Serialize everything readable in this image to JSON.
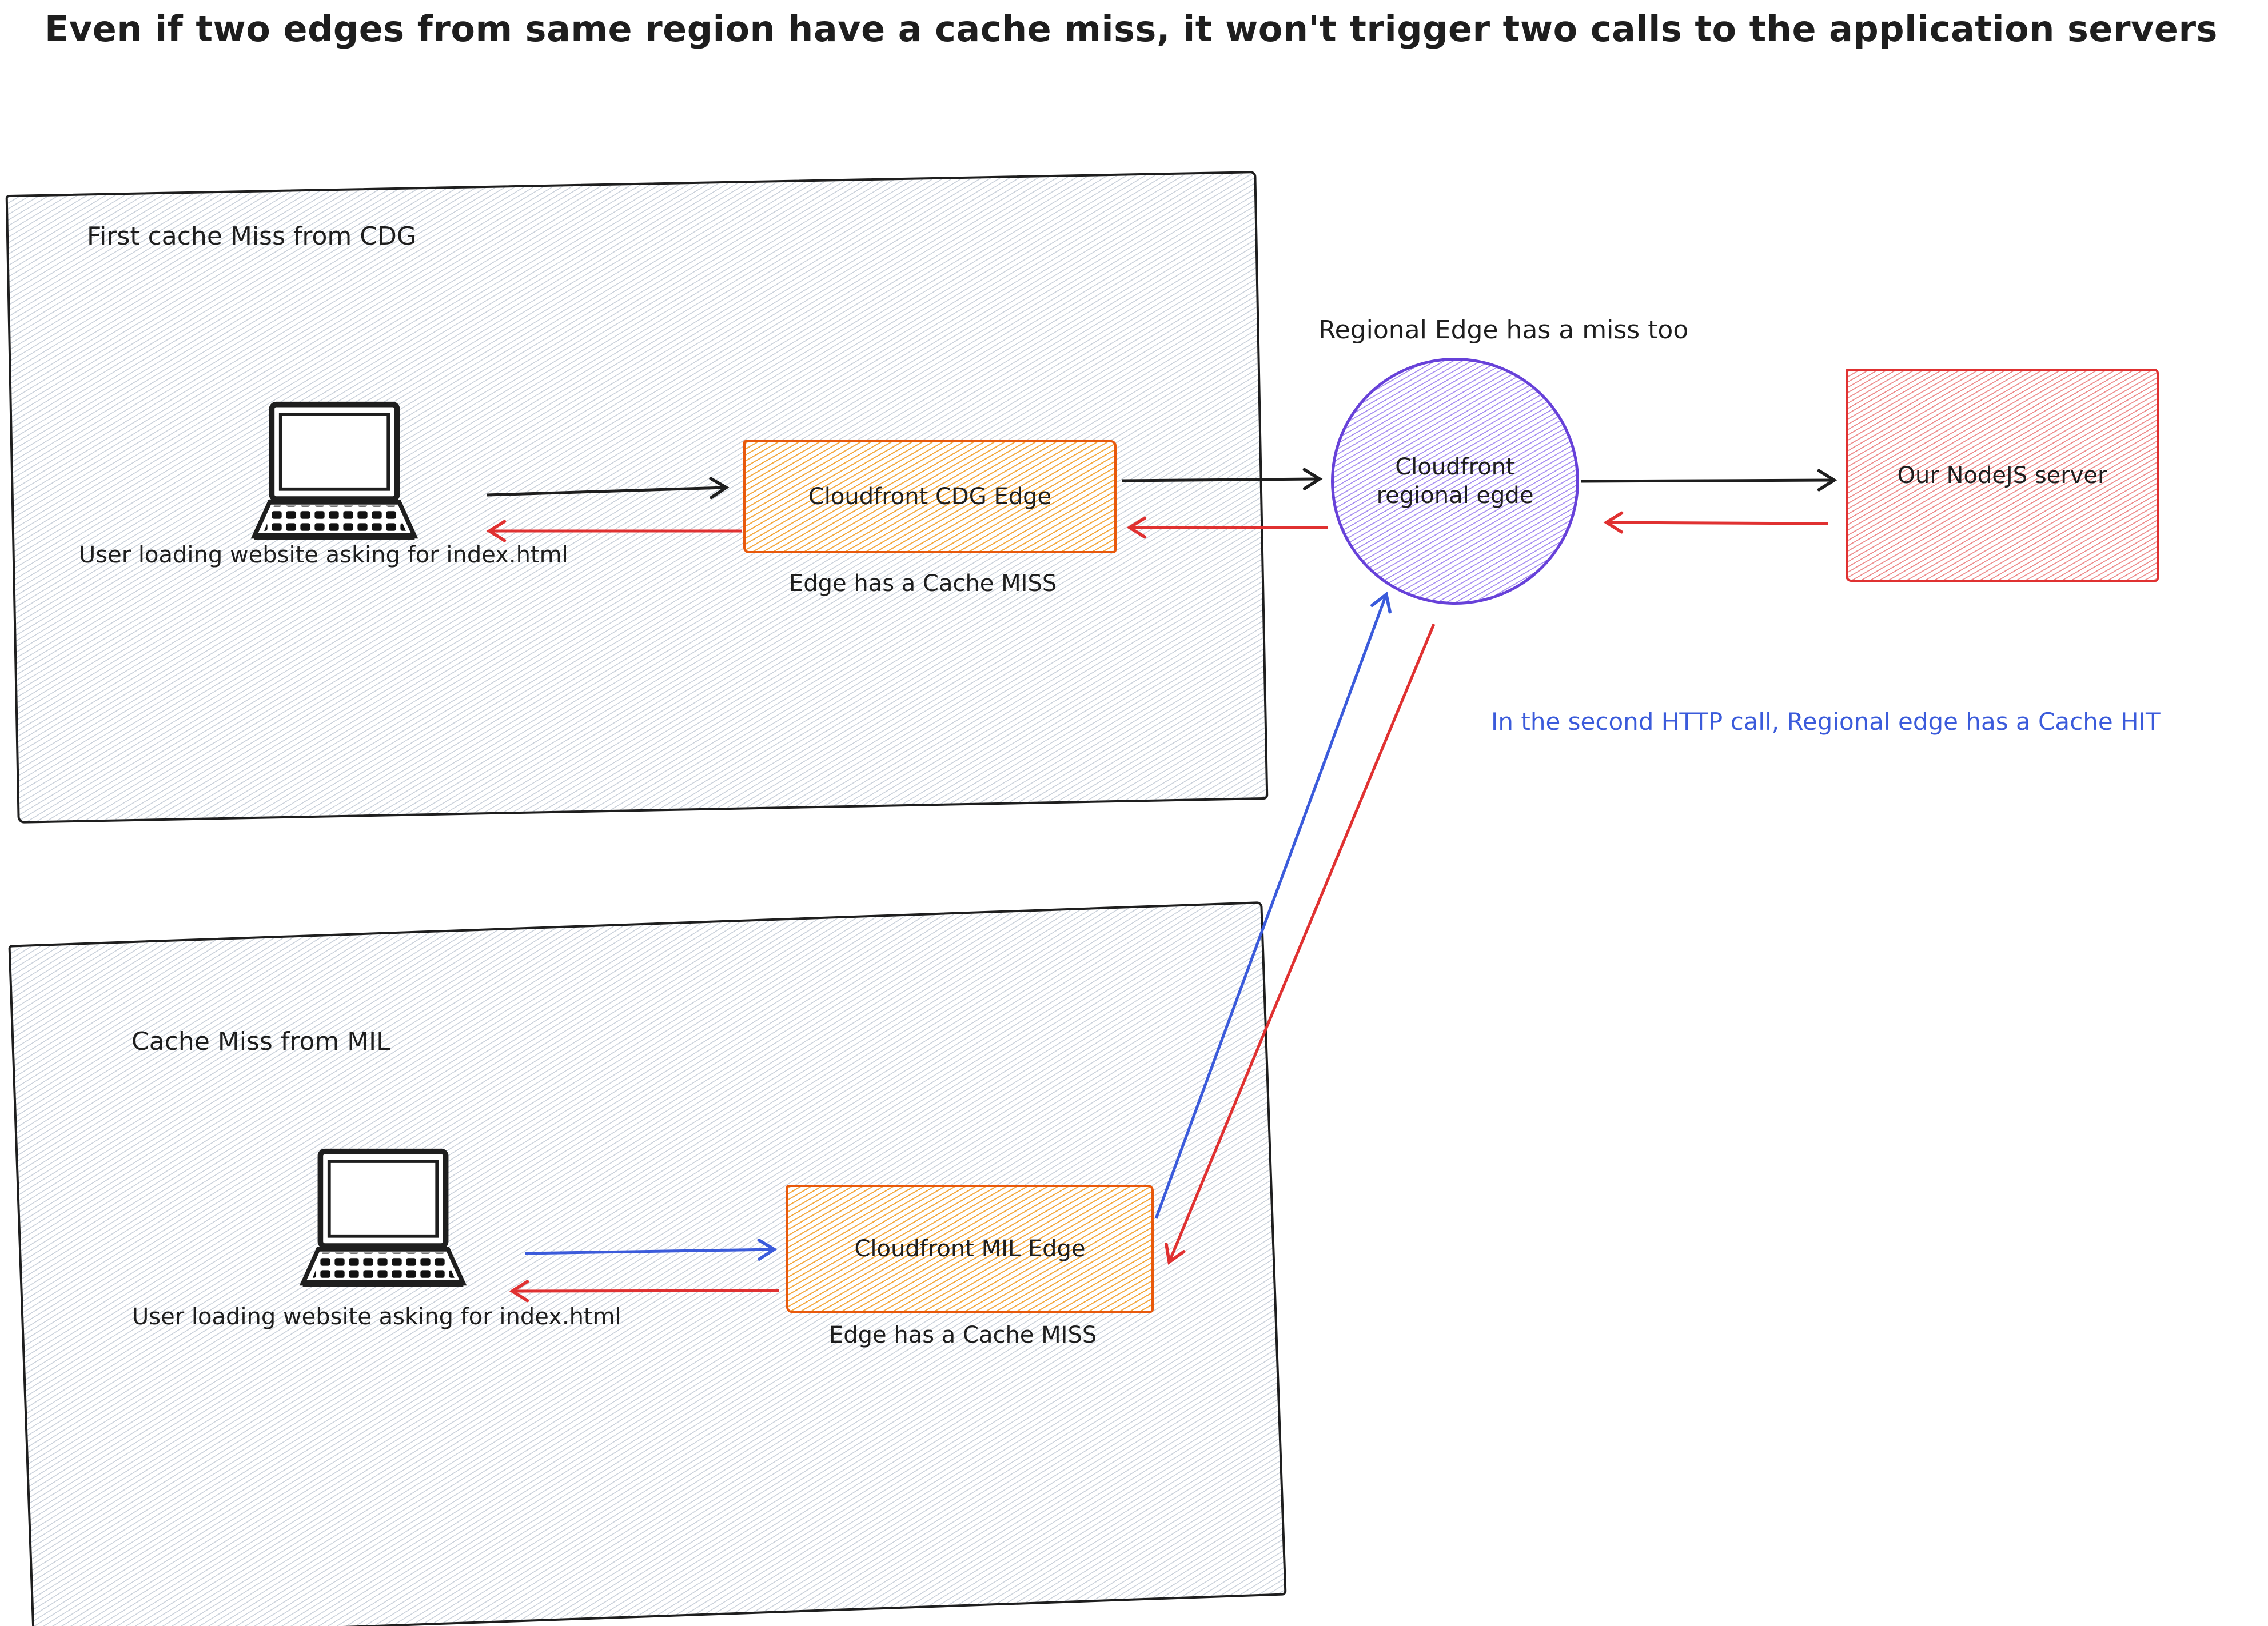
{
  "title": "Even if two edges from same region have a cache miss, it won't trigger two calls to the application servers",
  "region_cdg": {
    "label": "First cache Miss from CDG",
    "user_caption": "User loading website asking for index.html",
    "edge_box_label": "Cloudfront CDG Edge",
    "edge_caption": "Edge has a Cache MISS"
  },
  "region_mil": {
    "label": "Cache Miss from MIL",
    "user_caption": "User loading website asking for index.html",
    "edge_box_label": "Cloudfront MIL Edge",
    "edge_caption": "Edge has a Cache MISS"
  },
  "regional_edge": {
    "caption": "Regional Edge has a miss too",
    "circle_label": "Cloudfront regional egde"
  },
  "origin_server": {
    "label": "Our NodeJS server"
  },
  "note_cache_hit": {
    "text": "In the second HTTP call, Regional edge has a Cache HIT"
  },
  "colors": {
    "ink": "#1e1e1e",
    "hatch_gray": "#a0aec0",
    "accent_orange": "#e8590c",
    "accent_purple": "#6741d9",
    "accent_red": "#e03131",
    "accent_blue": "#3b5bdb"
  }
}
